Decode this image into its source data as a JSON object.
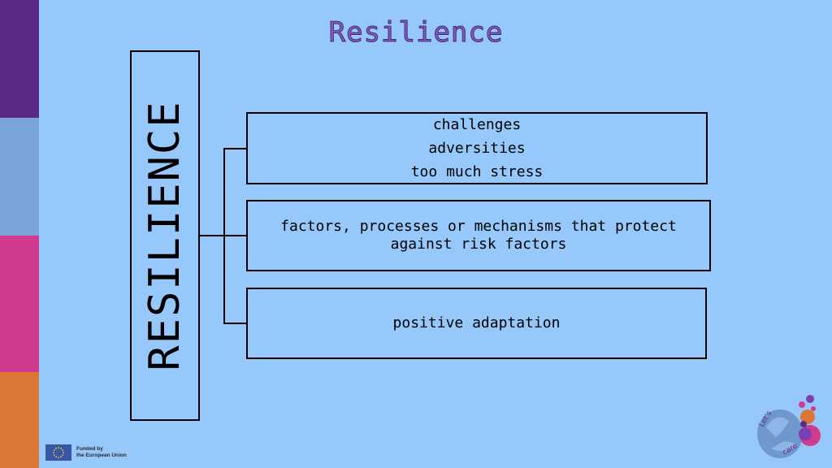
{
  "title": "Resilience",
  "vertical_label": "RESILIENCE",
  "boxes": [
    {
      "lines": [
        "challenges",
        "adversities",
        "too much stress"
      ]
    },
    {
      "lines": [
        "factors, processes or mechanisms that protect",
        "against risk factors"
      ]
    },
    {
      "lines": [
        "positive adaptation"
      ]
    }
  ],
  "footer": {
    "line1": "Funded by",
    "line2": "the European Union"
  },
  "logo": {
    "text_top": "Let's",
    "text_bottom": "care"
  },
  "colors": {
    "background": "#96c8fb",
    "stripes": [
      "#5b2a86",
      "#78a4d8",
      "#d23a8e",
      "#db7637"
    ],
    "title": "#8a59c4"
  }
}
